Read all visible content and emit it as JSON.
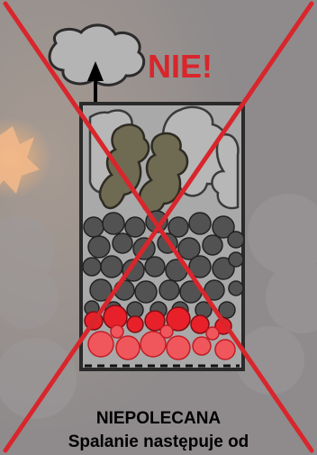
{
  "header": {
    "verdict_label": "NIE!"
  },
  "caption": {
    "title": "NIEPOLECANA",
    "subtitle": "Spalanie następuje od"
  },
  "colors": {
    "background": "#8f8b8c",
    "cross": "#d8262c",
    "verdict_text": "#d8262c",
    "smoke": "#b4b4b4",
    "wood_smoke": "#6f6a52",
    "coal": "#525252",
    "ember": "#e8202a",
    "glow": "#f0575c"
  }
}
